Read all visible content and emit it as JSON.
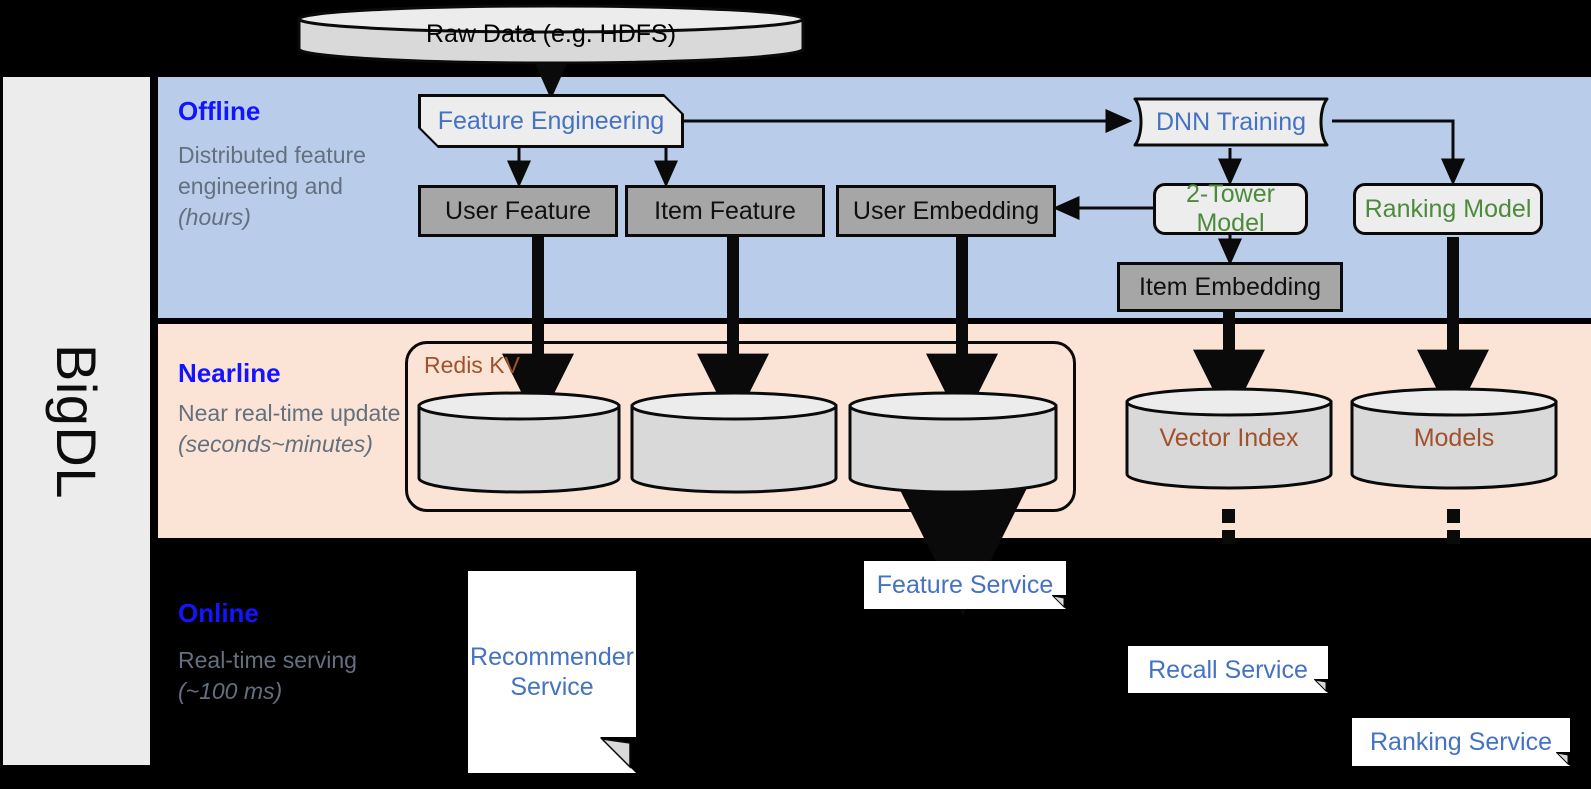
{
  "sidebar": {
    "label": "BigDL"
  },
  "bands": {
    "offline": {
      "title": "Offline",
      "subtitle": "Distributed feature engineering and ",
      "subtitle_italic": "(hours)"
    },
    "nearline": {
      "title": "Nearline",
      "subtitle": "Near real-time update ",
      "subtitle_italic": "(seconds~minutes)"
    },
    "online": {
      "title": "Online",
      "subtitle": "Real-time serving ",
      "subtitle_italic": "(~100 ms)"
    }
  },
  "nodes": {
    "raw_data": {
      "label": "Raw Data (e.g. HDFS)"
    },
    "feature_eng": {
      "label": "Feature Engineering"
    },
    "dnn_training": {
      "label": "DNN Training"
    },
    "user_feature": {
      "label": "User Feature"
    },
    "item_feature": {
      "label": "Item Feature"
    },
    "user_embedding": {
      "label": "User Embedding"
    },
    "two_tower": {
      "label": "2-Tower Model"
    },
    "ranking_model": {
      "label": "Ranking Model"
    },
    "item_embedding": {
      "label": "Item Embedding"
    },
    "redis_kv": {
      "label": "Redis KV"
    },
    "store_user_feature": {
      "label": ""
    },
    "store_item_feature": {
      "label": ""
    },
    "store_user_embedding": {
      "label": ""
    },
    "vector_index": {
      "label": "Vector Index"
    },
    "models": {
      "label": "Models"
    },
    "recommender_service": {
      "label": "Recommender Service"
    },
    "feature_service": {
      "label": "Feature Service"
    },
    "recall_service": {
      "label": "Recall Service"
    },
    "ranking_service": {
      "label": "Ranking Service"
    }
  },
  "colors": {
    "offline_band": "#b9cdea",
    "nearline_band": "#fbe4d5",
    "online_band": "#000000",
    "band_title": "#1414ff",
    "band_subtitle": "#64707e",
    "gray_node": "#a6a6a6",
    "light_node": "#ededed",
    "blue_text": "#4472c4",
    "green_text": "#4b8b3b",
    "brown_text": "#a0522d",
    "sidebar_bg": "#ececec",
    "stroke": "#0a0a0a"
  }
}
